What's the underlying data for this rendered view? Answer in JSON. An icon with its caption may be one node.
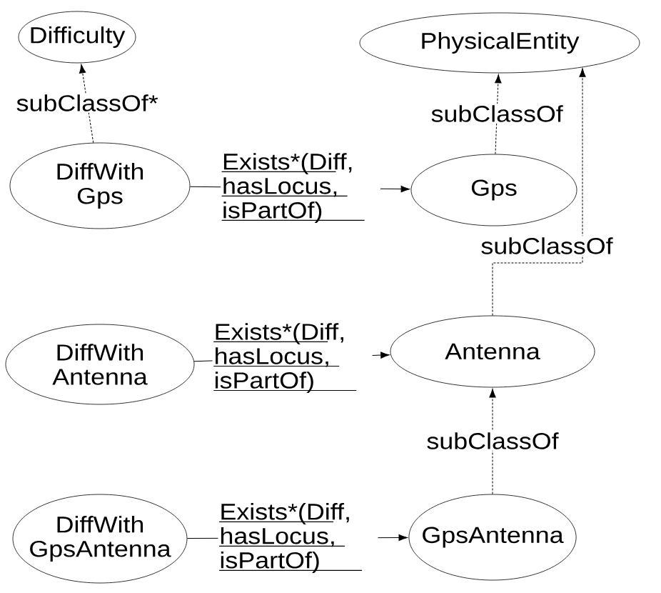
{
  "diagram": {
    "nodes": [
      {
        "text": [
          "Difficulty"
        ]
      },
      {
        "text": [
          "PhysicalEntity"
        ]
      },
      {
        "text": [
          "DiffWith Gps"
        ]
      },
      {
        "text": [
          "Gps"
        ]
      },
      {
        "text": [
          "DiffWith Antenna"
        ]
      },
      {
        "text": [
          "Antenna"
        ]
      },
      {
        "text": [
          "DiffWith GpsAntenna"
        ]
      },
      {
        "text": [
          "GpsAntenna"
        ]
      }
    ],
    "edges": [
      {
        "from": 2,
        "to": 0,
        "arrow": "to",
        "label": "subClassOf*",
        "style": "dashed"
      },
      {
        "from": 3,
        "to": 1,
        "arrow": "to",
        "label": "subClassOf",
        "style": "dashed"
      },
      {
        "from": 5,
        "to": 1,
        "arrow": "to",
        "label": "subClassOf",
        "style": "dashed"
      },
      {
        "from": 7,
        "to": 5,
        "arrow": "to",
        "label": "subClassOf",
        "style": "dashed"
      },
      {
        "from": 2,
        "to": 3,
        "arrow": "to",
        "label": "Exists*(Diff, hasLocus, isPartOf)"
      },
      {
        "from": 4,
        "to": 5,
        "arrow": "to",
        "label": "Exists*(Diff, hasLocus, isPartOf)"
      },
      {
        "from": 6,
        "to": 7,
        "arrow": "to",
        "label": "Exists*(Diff, hasLocus, isPartOf)"
      }
    ]
  }
}
